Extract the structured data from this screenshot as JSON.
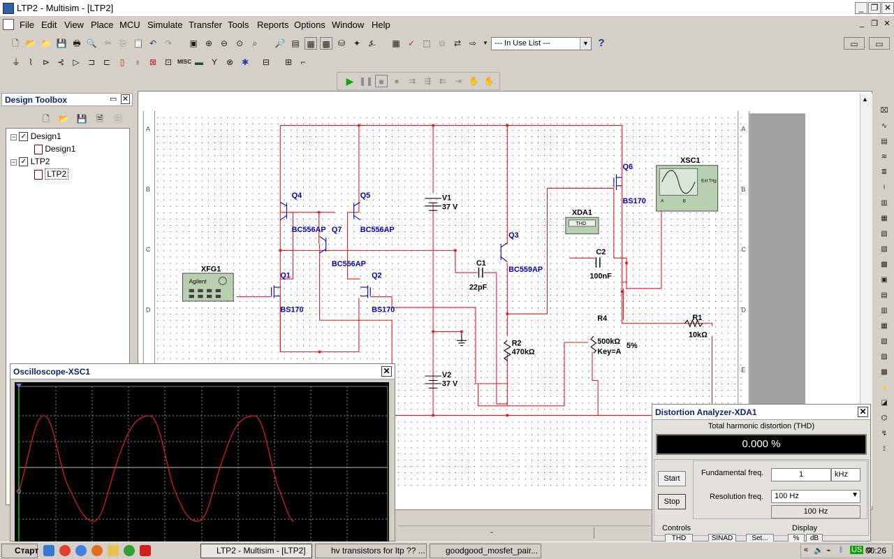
{
  "window": {
    "title": "LTP2 - Multisim - [LTP2]"
  },
  "menu": [
    "File",
    "Edit",
    "View",
    "Place",
    "MCU",
    "Simulate",
    "Transfer",
    "Tools",
    "Reports",
    "Options",
    "Window",
    "Help"
  ],
  "toolbar": {
    "in_use_list": "--- In Use List ---"
  },
  "toolbox": {
    "title": "Design Toolbox",
    "tree": [
      {
        "label": "Design1",
        "level": 0
      },
      {
        "label": "Design1",
        "level": 1
      },
      {
        "label": "LTP2",
        "level": 0
      },
      {
        "label": "LTP2",
        "level": 1
      }
    ]
  },
  "schematic": {
    "components": [
      {
        "ref": "Q4",
        "value": "BC556AP"
      },
      {
        "ref": "Q5",
        "value": "BC556AP"
      },
      {
        "ref": "Q7",
        "value": "BC556AP"
      },
      {
        "ref": "Q1",
        "value": "BS170"
      },
      {
        "ref": "Q2",
        "value": "BS170"
      },
      {
        "ref": "Q3",
        "value": "BC559AP"
      },
      {
        "ref": "Q6",
        "value": "BS170"
      },
      {
        "ref": "V1",
        "value": "37 V"
      },
      {
        "ref": "V2",
        "value": "37 V"
      },
      {
        "ref": "C1",
        "value": "22pF"
      },
      {
        "ref": "C2",
        "value": "100nF"
      },
      {
        "ref": "R1",
        "value": "10kΩ"
      },
      {
        "ref": "R2",
        "value": "470kΩ"
      },
      {
        "ref": "R4",
        "value": "500kΩ",
        "key": "Key=A",
        "tolerance": "5%"
      }
    ],
    "instruments": {
      "xfg1": {
        "ref": "XFG1",
        "brand": "Agilent"
      },
      "xda1": {
        "ref": "XDA1",
        "screen": "THD"
      },
      "xsc1": {
        "ref": "XSC1",
        "trigger": "Ext Trig",
        "channel_a": "A",
        "channel_b": "B"
      }
    },
    "border_rows": [
      "A",
      "B",
      "C",
      "D",
      "E"
    ]
  },
  "oscilloscope": {
    "title": "Oscilloscope-XSC1"
  },
  "distortion": {
    "title": "Distortion Analyzer-XDA1",
    "subtitle": "Total harmonic distortion (THD)",
    "reading": "0.000 %",
    "start_label": "Start",
    "stop_label": "Stop",
    "fund_label": "Fundamental freq.",
    "fund_value": "1",
    "fund_unit": "kHz",
    "res_label": "Resolution freq.",
    "res_value": "100 Hz",
    "res_readout": "100 Hz",
    "controls_label": "Controls",
    "controls_buttons": [
      "THD",
      "SINAD",
      "Set..."
    ],
    "display_label": "Display",
    "display_buttons": [
      "%",
      "dB"
    ]
  },
  "status": {
    "text": "-"
  },
  "taskbar": {
    "start": "Старт",
    "tasks": [
      "LTP2 - Multisim - [LTP2]",
      "hv transistors for ltp ?? ...",
      "goodgood_mosfet_pair..."
    ],
    "tray_lang": "US",
    "clock": "00:26"
  },
  "colors": {
    "wire": "#e8181c",
    "label": "#0000b8",
    "trace": "#e02020",
    "screen": "#000000"
  }
}
